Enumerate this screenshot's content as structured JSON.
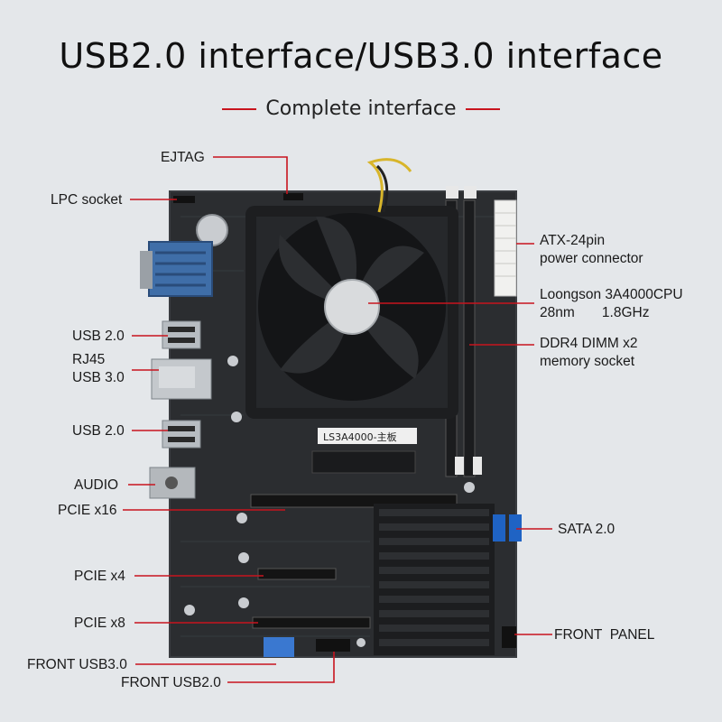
{
  "header": {
    "title": "USB2.0 interface/USB3.0 interface",
    "subtitle": "Complete interface"
  },
  "labels": {
    "ejtag": "EJTAG",
    "lpc": "LPC socket",
    "usb20_top": "USB 2.0",
    "rj45": "RJ45",
    "usb30": "USB 3.0",
    "usb20_mid": "USB 2.0",
    "audio": "AUDIO",
    "pcie16": "PCIE x16",
    "pcie4": "PCIE x4",
    "pcie8": "PCIE x8",
    "front_usb3": "FRONT USB3.0",
    "front_usb2": "FRONT USB2.0",
    "atx_line1": "ATX-24pin",
    "atx_line2": "power connector",
    "cpu_line1": "Loongson 3A4000CPU",
    "cpu_line2": "28nm       1.8GHz",
    "ddr_line1": "DDR4 DIMM x2",
    "ddr_line2": "memory socket",
    "sata": "SATA 2.0",
    "front_panel": "FRONT  PANEL"
  },
  "sticker_text": "LS3A4000-主板",
  "colors": {
    "accent_line": "#c8141e",
    "pcb": "#2b2d30",
    "vga_blue": "#3f6ea8",
    "sata_blue": "#1f63c4"
  }
}
